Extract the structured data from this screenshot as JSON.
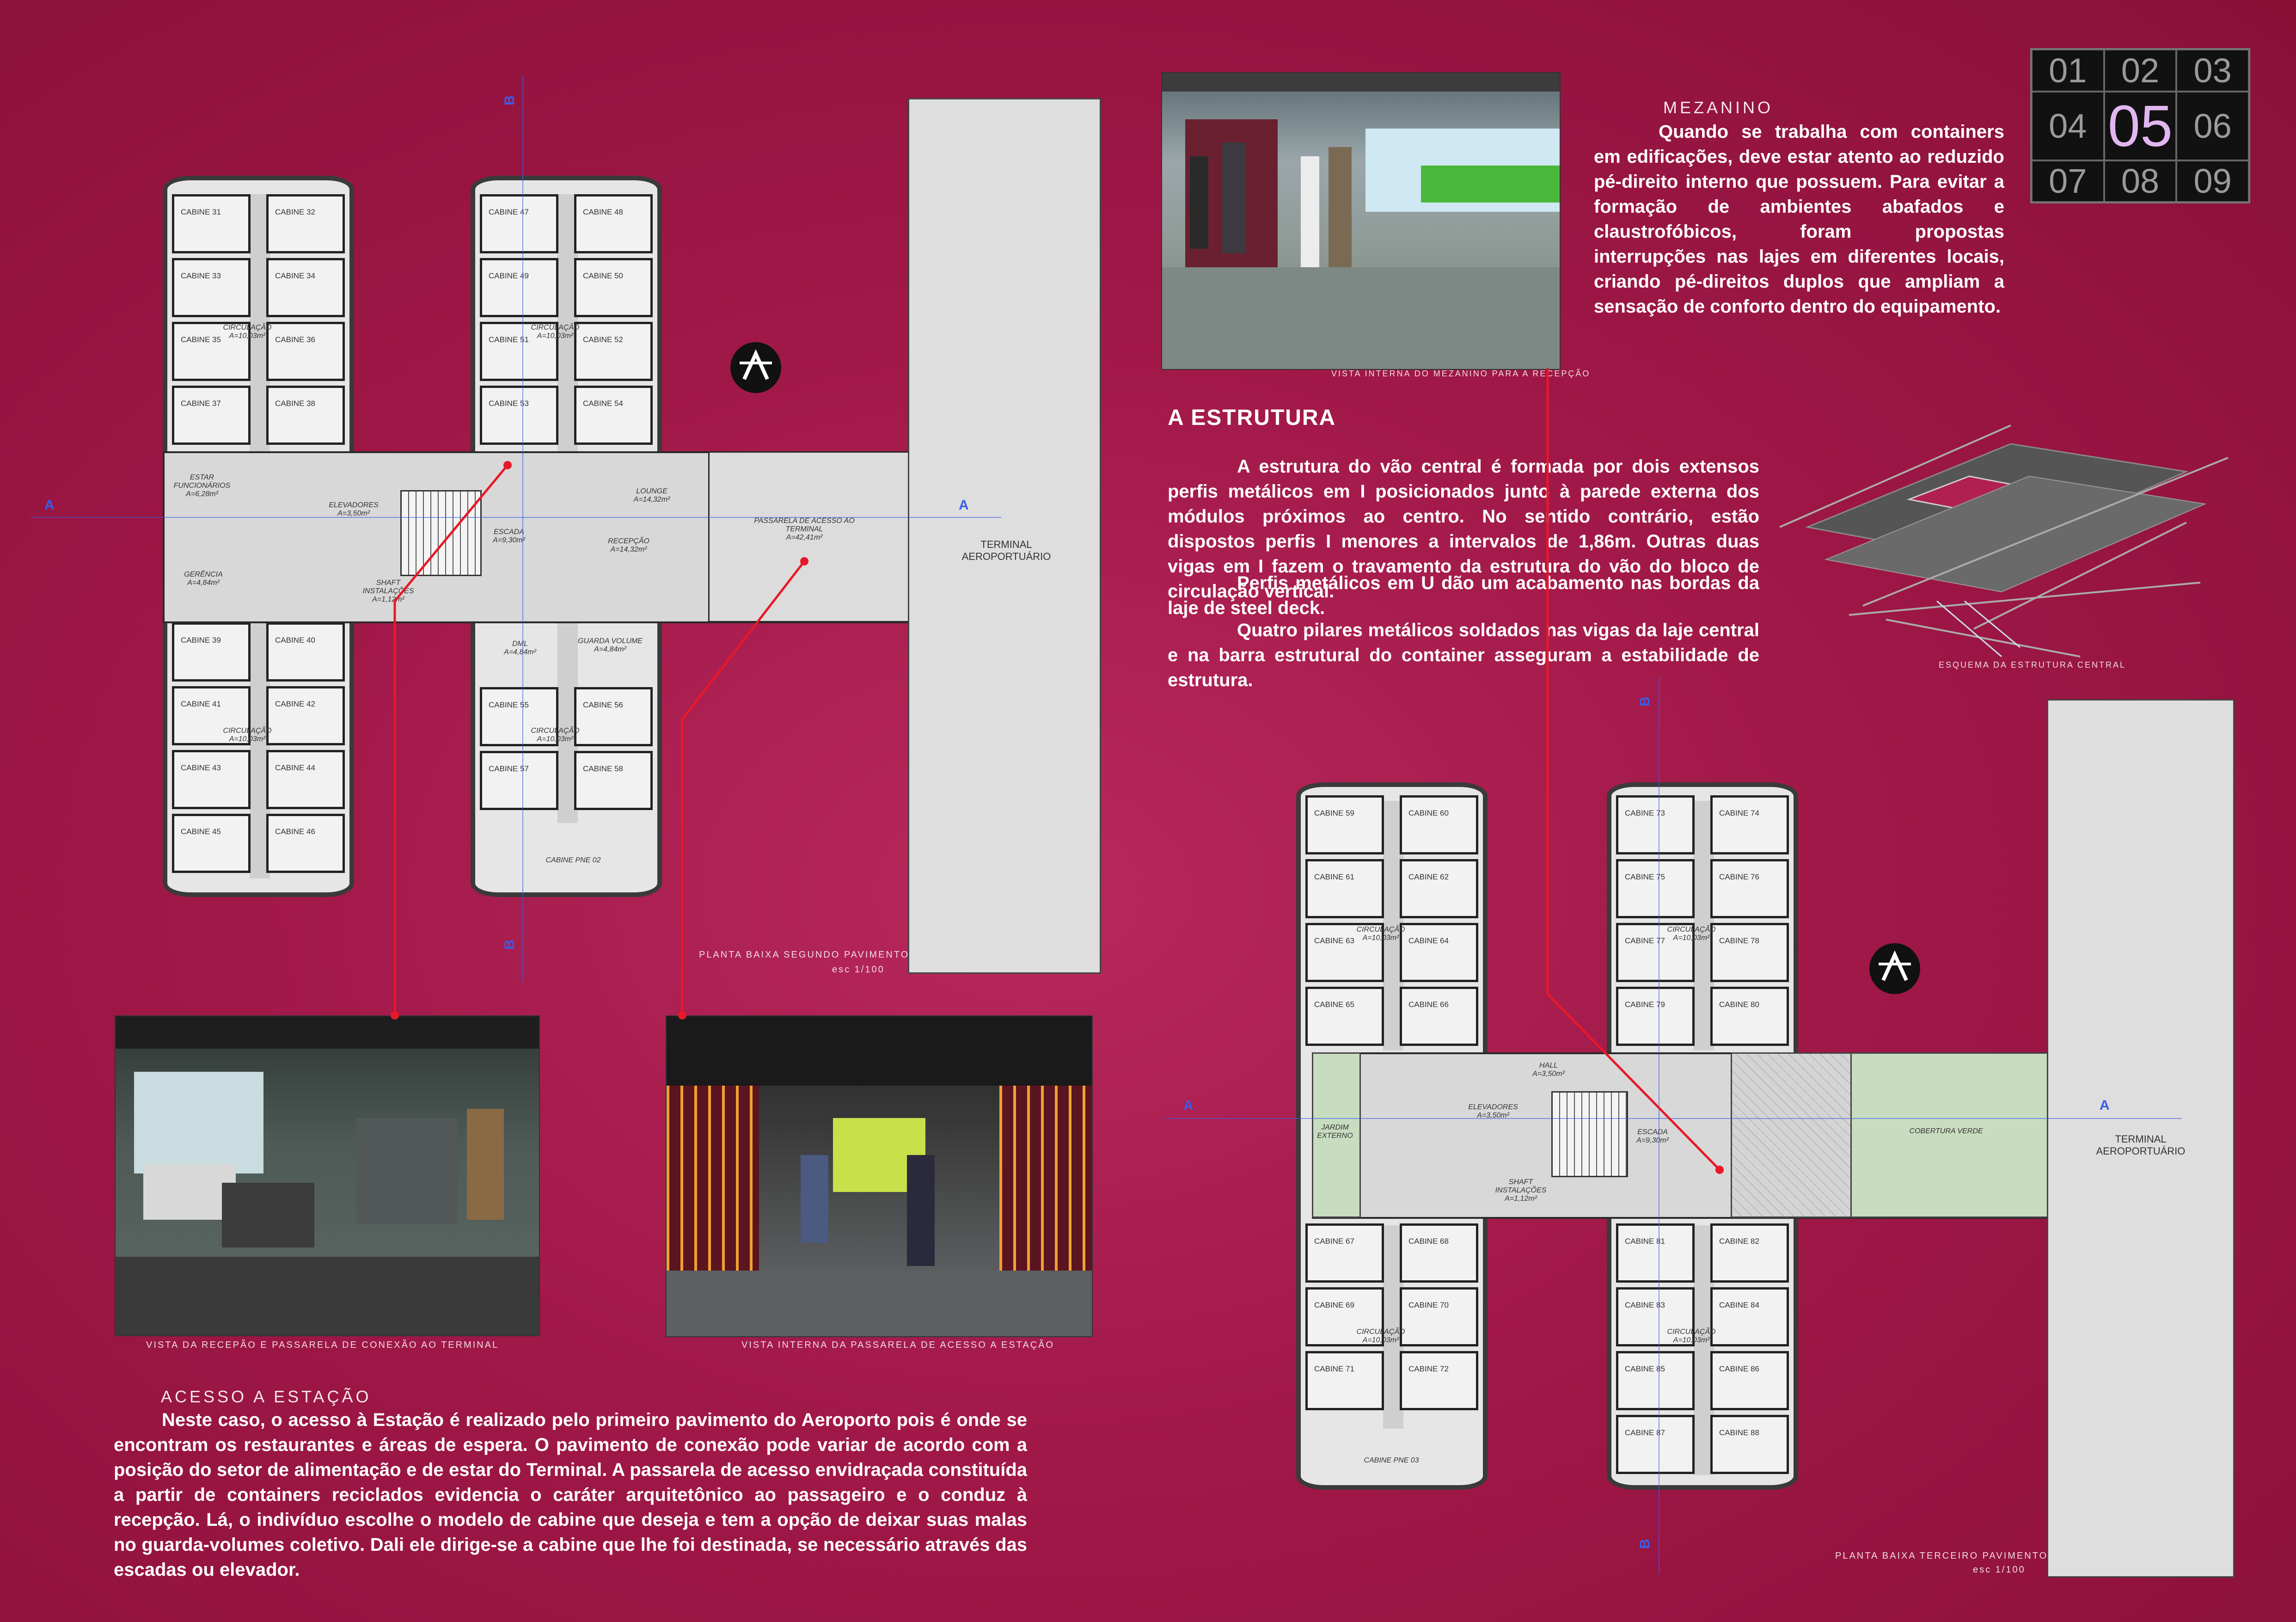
{
  "nav": {
    "pages": [
      "01",
      "02",
      "03",
      "04",
      "05",
      "06",
      "07",
      "08",
      "09"
    ],
    "active": "05"
  },
  "mezanino": {
    "title": "MEZANINO",
    "text": "Quando se trabalha com containers em edificações, deve estar atento ao reduzido pé-direito interno que possuem. Para evitar a formação de ambientes abafados e claustrofóbicos, foram propostas interrupções nas lajes em diferentes locais, criando pé-direitos duplos que ampliam a sensação de conforto dentro do equipamento.",
    "photo_caption": "VISTA INTERNA DO MEZANINO PARA A RECEPÇÃO"
  },
  "estrutura": {
    "title": "A ESTRUTURA",
    "paragraphs": [
      "A estrutura do vão central é formada por dois extensos perfis metálicos em I posicionados junto à parede externa dos módulos próximos ao centro. No sentido contrário, estão dispostos perfis I menores a intervalos de 1,86m. Outras duas vigas em I fazem o travamento da estrutura do vão do bloco de circulação vertical.",
      "Perfis metálicos em U dão um acabamento nas bordas da laje de steel deck.",
      "Quatro pilares metálicos soldados nas vigas da laje central e na barra estrutural do container asseguram a estabilidade de estrutura."
    ],
    "diagram_caption": "ESQUEMA DA ESTRUTURA CENTRAL"
  },
  "acesso": {
    "title": "ACESSO A ESTAÇÃO",
    "text": "Neste caso, o acesso à Estação é realizado pelo primeiro pavimento do Aeroporto pois é onde se encontram os restaurantes e áreas de espera. O pavimento de conexão pode variar de acordo com a posição do setor de alimentação e de estar do Terminal. A passarela de acesso envidraçada constituída a partir de containers reciclados evidencia o caráter arquitetônico ao passageiro e o conduz à recepção. Lá, o indivíduo escolhe o modelo de cabine que deseja e tem a opção de deixar suas malas no guarda-volumes coletivo. Dali ele dirige-se a cabine que lhe foi destinada, se necessário através das escadas ou elevador."
  },
  "photos": {
    "recepcao_caption": "VISTA DA RECEPÃO E PASSARELA DE CONEXÃO AO TERMINAL",
    "passarela_caption": "VISTA INTERNA DA PASSARELA DE ACESSO A ESTAÇÃO"
  },
  "plan2": {
    "title": "PLANTA BAIXA SEGUNDO PAVIMENTO",
    "scale": "esc 1/100",
    "left_wing_top": [
      "CABINE 31",
      "CABINE 32",
      "CABINE 33",
      "CABINE 34",
      "CABINE 35",
      "CABINE 36",
      "CABINE 37",
      "CABINE 38"
    ],
    "left_wing_bottom": [
      "CABINE 39",
      "CABINE 40",
      "CABINE 41",
      "CABINE 42",
      "CABINE 43",
      "CABINE 44",
      "CABINE 45",
      "CABINE 46"
    ],
    "right_wing_top": [
      "CABINE 47",
      "CABINE 48",
      "CABINE 49",
      "CABINE 50",
      "CABINE 51",
      "CABINE 52",
      "CABINE 53",
      "CABINE 54"
    ],
    "right_wing_bottom": [
      "CABINE 55",
      "CABINE 56",
      "CABINE 57",
      "CABINE 58"
    ],
    "pne": "CABINE PNE 02",
    "rooms": {
      "estar": "ESTAR FUNCIONÁRIOS",
      "estar_area": "A=6,28m²",
      "gerencia": "GERÊNCIA",
      "gerencia_area": "A=4,84m²",
      "elevadores": "ELEVADORES",
      "elevadores_area": "A=3,50m²",
      "shaft": "SHAFT INSTALAÇÕES",
      "shaft_area": "A=1,12m²",
      "escada": "ESCADA",
      "escada_area": "A=9,30m²",
      "lounge": "LOUNGE",
      "lounge_area": "A=14,32m²",
      "recepcao": "RECEPÇÃO",
      "recepcao_area": "A=14,32m²",
      "dml": "DML",
      "dml_area": "A=4,84m²",
      "guarda": "GUARDA VOLUME",
      "guarda_area": "A=4,84m²",
      "passarela": "PASSARELA DE ACESSO AO TERMINAL",
      "passarela_area": "A=42,41m²",
      "circulacao": "CIRCULAÇÃO",
      "circulacao_area": "A=10,03m²",
      "terminal": "TERMINAL AEROPORTUÁRIO"
    }
  },
  "plan3": {
    "title": "PLANTA BAIXA TERCEIRO PAVIMENTO",
    "scale": "esc 1/100",
    "left_wing_top": [
      "CABINE 59",
      "CABINE 60",
      "CABINE 61",
      "CABINE 62",
      "CABINE 63",
      "CABINE 64",
      "CABINE 65",
      "CABINE 66"
    ],
    "left_wing_bottom": [
      "CABINE 67",
      "CABINE 68",
      "CABINE 69",
      "CABINE 70",
      "CABINE 71",
      "CABINE 72"
    ],
    "right_wing_top": [
      "CABINE 73",
      "CABINE 74",
      "CABINE 75",
      "CABINE 76",
      "CABINE 77",
      "CABINE 78",
      "CABINE 79",
      "CABINE 80"
    ],
    "right_wing_bottom": [
      "CABINE 81",
      "CABINE 82",
      "CABINE 83",
      "CABINE 84",
      "CABINE 85",
      "CABINE 86",
      "CABINE 87",
      "CABINE 88"
    ],
    "pne": "CABINE PNE 03",
    "rooms": {
      "jardim": "JARDIM EXTERNO",
      "hall": "HALL",
      "hall_area": "A=3,50m²",
      "elevadores": "ELEVADORES",
      "elevadores_area": "A=3,50m²",
      "shaft": "SHAFT INSTALAÇÕES",
      "shaft_area": "A=1,12m²",
      "escada": "ESCADA",
      "escada_area": "A=9,30m²",
      "cobertura": "COBERTURA VERDE",
      "circulacao": "CIRCULAÇÃO",
      "circulacao_area": "A=10,03m²",
      "terminal": "TERMINAL AEROPORTUÁRIO"
    }
  },
  "section_marks": {
    "a": "A",
    "b": "B"
  },
  "colors": {
    "background": "#a01848",
    "plan_fill": "#d8d8d8",
    "leader": "#e81828",
    "section": "#3a5de8",
    "nav_active": "#e2b6f0"
  }
}
